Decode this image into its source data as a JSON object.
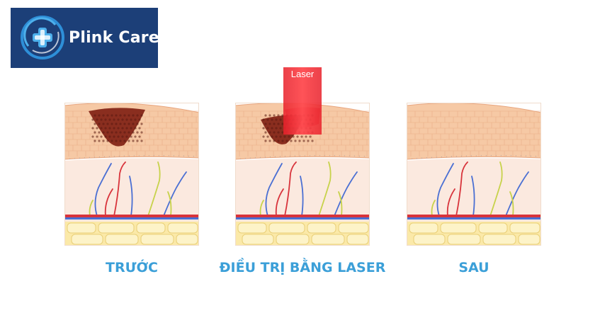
{
  "brand": {
    "name": "Plink Care",
    "icon": "medical-cross-swirl-icon",
    "background_color": "#1c3f78",
    "accent_color": "#2e8fd8"
  },
  "laser": {
    "label": "Laser",
    "color": "#e8202a"
  },
  "stages": [
    {
      "key": "before",
      "label": "TRƯỚC",
      "lesion": "full"
    },
    {
      "key": "during",
      "label": "ĐIỀU TRỊ BẰNG LASER",
      "lesion": "treating"
    },
    {
      "key": "after",
      "label": "SAU",
      "lesion": "none"
    }
  ],
  "colors": {
    "caption": "#3b9fd8",
    "epidermis": "#f6c9a5",
    "dermis": "#fbe9df",
    "fat": "#fbe9a8",
    "artery": "#d8333b",
    "vein": "#4a6fd3",
    "nerve": "#c7d24a",
    "lesion": "#8a2e1f"
  }
}
